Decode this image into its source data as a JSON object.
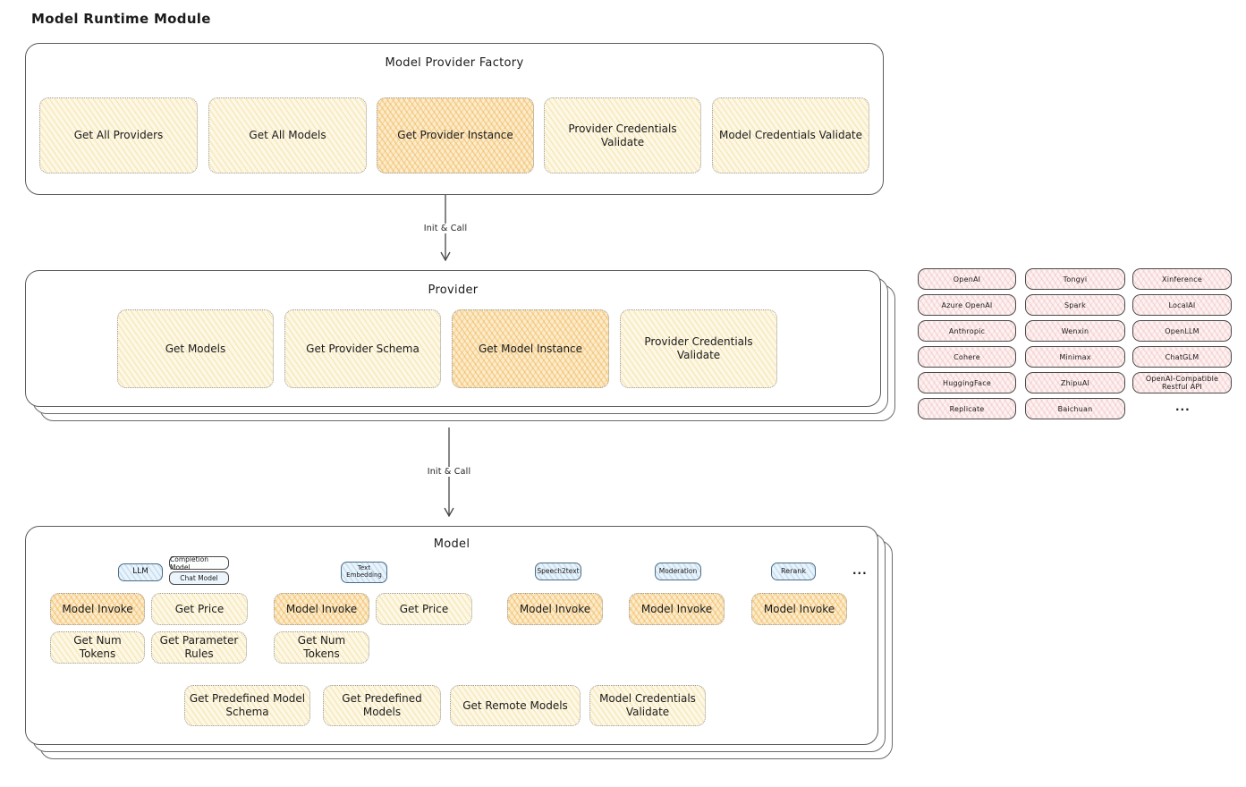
{
  "page_title": "Model Runtime Module",
  "arrows": {
    "label1": "Init & Call",
    "label2": "Init & Call"
  },
  "factory": {
    "title": "Model Provider Factory",
    "items": [
      {
        "label": "Get All Providers",
        "highlight": false
      },
      {
        "label": "Get All Models",
        "highlight": false
      },
      {
        "label": "Get Provider Instance",
        "highlight": true
      },
      {
        "label": "Provider Credentials Validate",
        "highlight": false
      },
      {
        "label": "Model Credentials Validate",
        "highlight": false
      }
    ]
  },
  "provider": {
    "title": "Provider",
    "items": [
      {
        "label": "Get Models",
        "highlight": false
      },
      {
        "label": "Get Provider Schema",
        "highlight": false
      },
      {
        "label": "Get Model Instance",
        "highlight": true
      },
      {
        "label": "Provider Credentials Validate",
        "highlight": false
      }
    ]
  },
  "providers_grid": {
    "col1": [
      "OpenAI",
      "Azure OpenAI",
      "Anthropic",
      "Cohere",
      "HuggingFace",
      "Replicate"
    ],
    "col2": [
      "Tongyi",
      "Spark",
      "Wenxin",
      "Minimax",
      "ZhipuAI",
      "Baichuan"
    ],
    "col3": [
      "Xinference",
      "LocalAI",
      "OpenLLM",
      "ChatGLM",
      "OpenAI-Compatible Restful API"
    ],
    "more": "..."
  },
  "model": {
    "title": "Model",
    "more": "...",
    "tags": {
      "llm": "LLM",
      "completion": "Completion Model",
      "chat": "Chat Model",
      "text_embedding": "Text Embedding",
      "speech2text": "Speech2text",
      "moderation": "Moderation",
      "rerank": "Rerank"
    },
    "llm": {
      "invoke": "Model Invoke",
      "get_price": "Get Price",
      "get_num_tokens": "Get Num Tokens",
      "get_parameter_rules": "Get Parameter Rules"
    },
    "text_embedding": {
      "invoke": "Model Invoke",
      "get_price": "Get Price",
      "get_num_tokens": "Get Num Tokens"
    },
    "speech2text": {
      "invoke": "Model Invoke"
    },
    "moderation": {
      "invoke": "Model Invoke"
    },
    "rerank": {
      "invoke": "Model Invoke"
    },
    "bottom": [
      {
        "label": "Get Predefined Model Schema"
      },
      {
        "label": "Get Predefined Models"
      },
      {
        "label": "Get Remote Models"
      },
      {
        "label": "Model Credentials Validate"
      }
    ]
  },
  "palette": {
    "yellow_fill": "#fdf8e6",
    "yellow_hatch": "#e9c45a",
    "orange_fill": "#fbeccb",
    "orange_hatch": "#eea63c",
    "pink_fill": "#fdf2f2",
    "pink_hatch": "#e18282",
    "blue_fill": "#e9f3fb",
    "blue_hatch": "#78afd7",
    "frame_border": "#5c5c5c",
    "text": "#1b1b1b"
  }
}
